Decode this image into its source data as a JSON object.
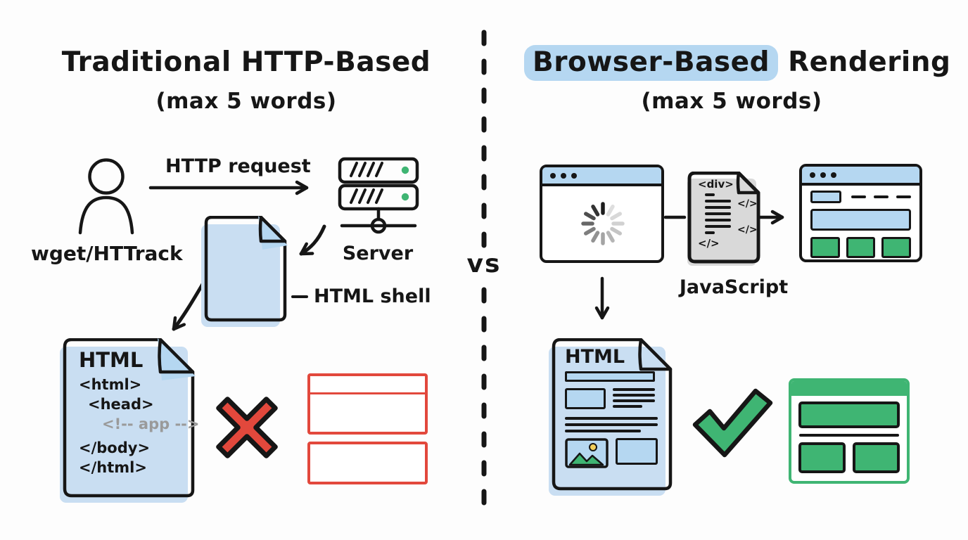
{
  "colors": {
    "blue": "#b5d7f1",
    "blueShadow": "#c9def2",
    "green": "#3fb573",
    "red": "#e2483c",
    "ink": "#161616",
    "grayText": "#9a9a9a"
  },
  "left": {
    "title": "Traditional HTTP-Based",
    "subtitle": "(max 5 words)",
    "client_label": "wget/HTTrack",
    "request_label": "HTTP request",
    "server_label": "Server",
    "shell_label": "HTML shell",
    "code_doc": {
      "heading": "HTML",
      "lines": [
        "<html>",
        "<head>",
        "<!-- app -->",
        "</body>",
        "</html>"
      ]
    }
  },
  "divider": {
    "vs": "vs"
  },
  "right": {
    "title_highlighted": "Browser-Based",
    "title_rest": "Rendering",
    "subtitle": "(max 5 words)",
    "javascript_label": "JavaScript",
    "js_doc": {
      "open_tag": "<div>",
      "close_tag_right_1": "</>",
      "close_tag_right_2": "</>",
      "close_tag_bottom": "</>"
    },
    "rendered_doc": {
      "heading": "HTML"
    }
  }
}
